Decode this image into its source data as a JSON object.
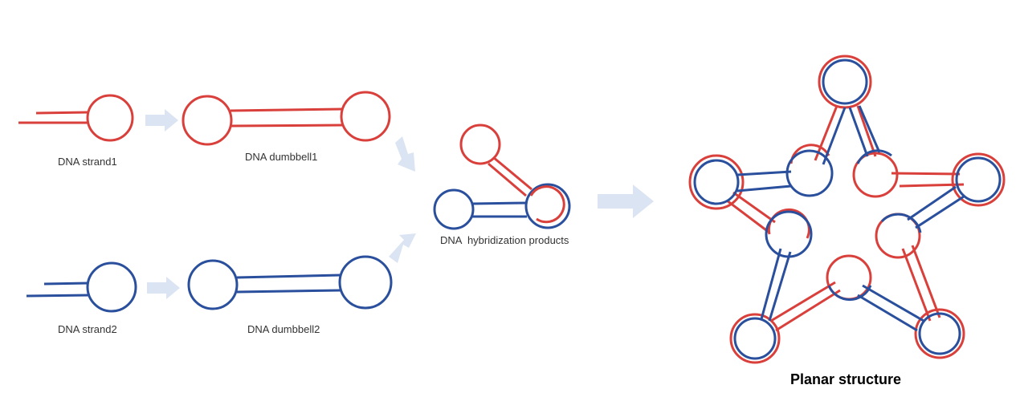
{
  "labels": {
    "strand1": "DNA strand1",
    "dumbbell1": "DNA dumbbell1",
    "strand2": "DNA strand2",
    "dumbbell2": "DNA dumbbell2",
    "hybrid": "DNA  hybridization products",
    "planar": "Planar structure"
  },
  "colors": {
    "red": "#d9403b",
    "blue": "#2a4f9c",
    "arrow": "#dbe4f3"
  }
}
